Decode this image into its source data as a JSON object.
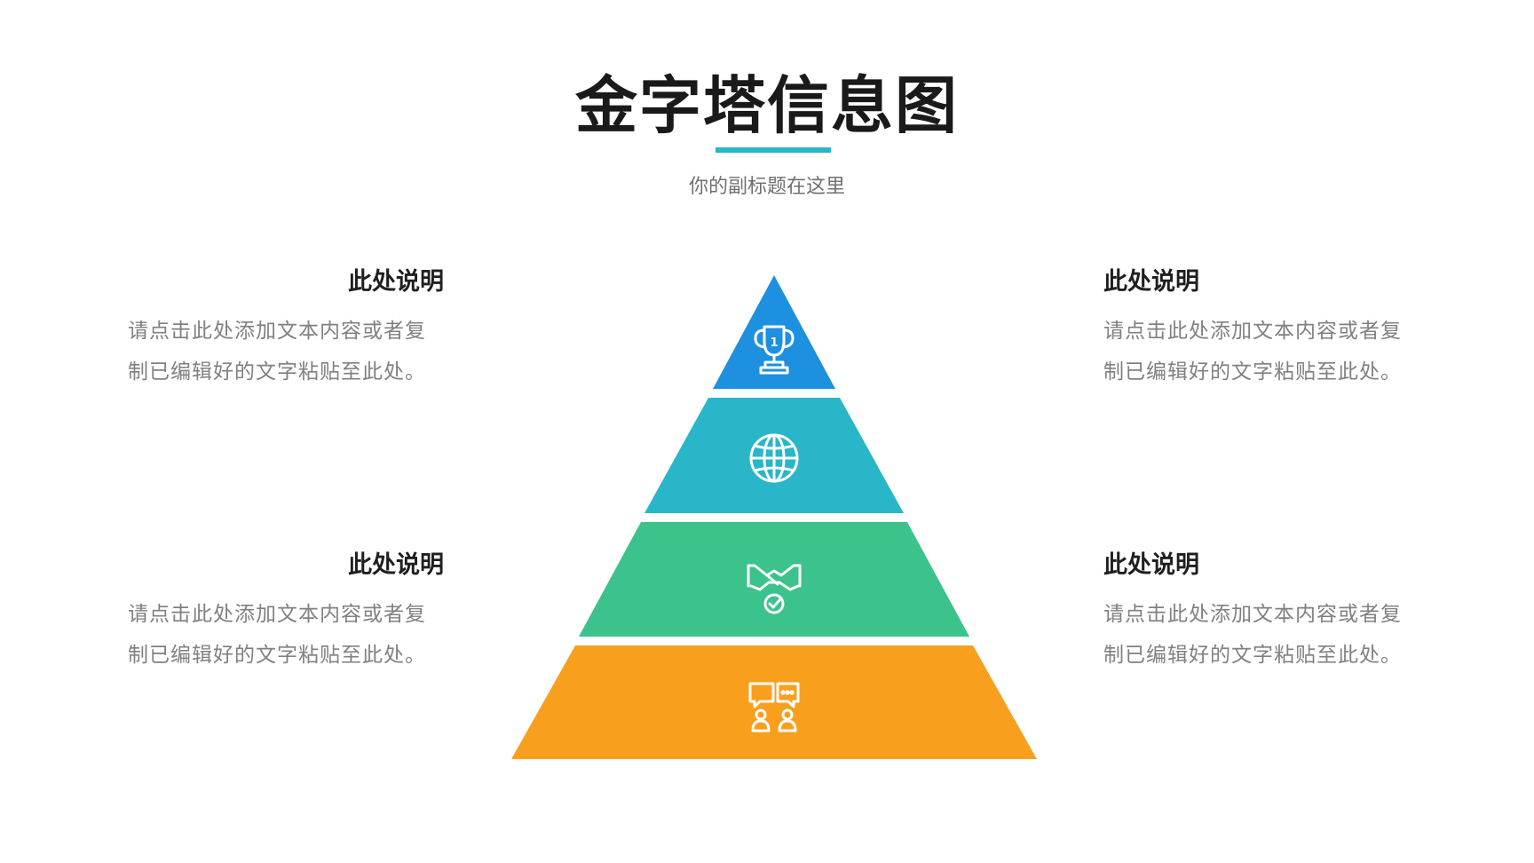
{
  "header": {
    "title": "金字塔信息图",
    "subtitle": "你的副标题在这里",
    "accent_color": "#29b6c9"
  },
  "pyramid": {
    "levels": [
      {
        "icon": "trophy-icon",
        "color": "#1e90e0"
      },
      {
        "icon": "globe-icon",
        "color": "#29b6c9"
      },
      {
        "icon": "handshake-icon",
        "color": "#3cc28b"
      },
      {
        "icon": "people-chat-icon",
        "color": "#f99f1e"
      }
    ]
  },
  "blocks": {
    "top_left": {
      "heading": "此处说明",
      "body_line1": "请点击此处添加文本内容或者复",
      "body_line2": "制已编辑好的文字粘贴至此处。"
    },
    "top_right": {
      "heading": "此处说明",
      "body_line1": "请点击此处添加文本内容或者复",
      "body_line2": "制已编辑好的文字粘贴至此处。"
    },
    "bottom_left": {
      "heading": "此处说明",
      "body_line1": "请点击此处添加文本内容或者复",
      "body_line2": "制已编辑好的文字粘贴至此处。"
    },
    "bottom_right": {
      "heading": "此处说明",
      "body_line1": "请点击此处添加文本内容或者复",
      "body_line2": "制已编辑好的文字粘贴至此处。"
    }
  }
}
